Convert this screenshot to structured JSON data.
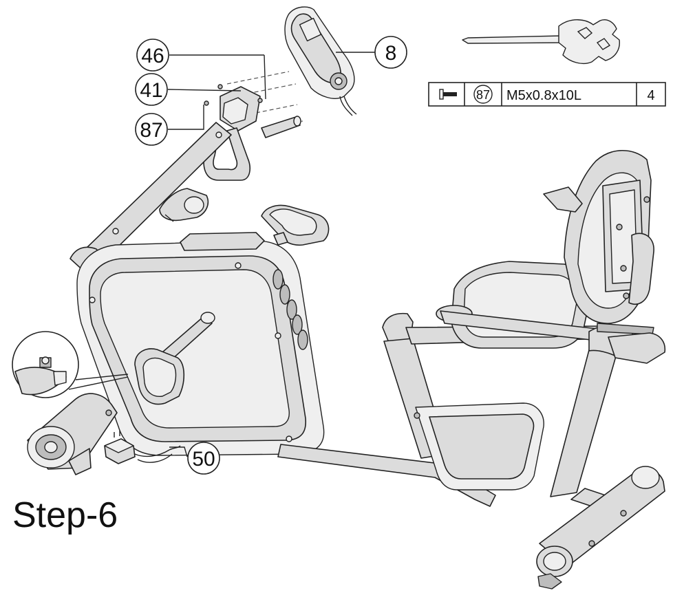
{
  "step": {
    "label": "Step-6"
  },
  "callouts": [
    {
      "id": "46",
      "label": "46"
    },
    {
      "id": "41",
      "label": "41"
    },
    {
      "id": "87",
      "label": "87"
    },
    {
      "id": "8",
      "label": "8"
    },
    {
      "id": "50",
      "label": "50"
    }
  ],
  "hardware_table": {
    "part_number": "87",
    "description": "M5x0.8x10L",
    "quantity": "4",
    "icon": "bolt-icon"
  },
  "tool": {
    "icon": "allen-wrench-icon"
  }
}
